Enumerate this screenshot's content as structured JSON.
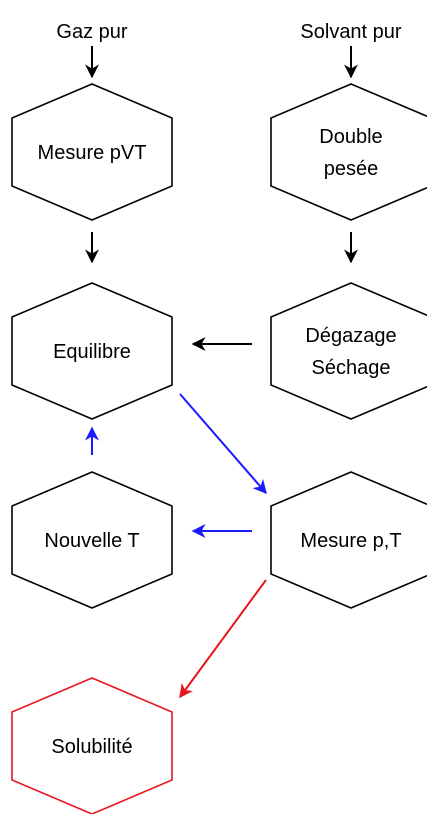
{
  "colors": {
    "default": "#000000",
    "blue": "#1a1aff",
    "red": "#e8141c"
  },
  "inputs": [
    {
      "id": "gaz",
      "label": "Gaz pur"
    },
    {
      "id": "solvant",
      "label": "Solvant pur"
    }
  ],
  "nodes": [
    {
      "id": "mesure_pvt",
      "lines": [
        "Mesure pVT"
      ],
      "color": "#000000"
    },
    {
      "id": "double_pesee",
      "lines": [
        "Double",
        "pesée"
      ],
      "color": "#000000"
    },
    {
      "id": "equilibre",
      "lines": [
        "Equilibre"
      ],
      "color": "#000000"
    },
    {
      "id": "degazage",
      "lines": [
        "Dégazage",
        "Séchage"
      ],
      "color": "#000000"
    },
    {
      "id": "nouvelle_t",
      "lines": [
        "Nouvelle T"
      ],
      "color": "#000000"
    },
    {
      "id": "mesure_pt",
      "lines": [
        "Mesure p,T"
      ],
      "color": "#000000"
    },
    {
      "id": "solubilite",
      "lines": [
        "Solubilité"
      ],
      "color": "#e8141c"
    }
  ],
  "edges": [
    {
      "from": "gaz",
      "to": "mesure_pvt",
      "color": "#000000"
    },
    {
      "from": "solvant",
      "to": "double_pesee",
      "color": "#000000"
    },
    {
      "from": "mesure_pvt",
      "to": "equilibre",
      "color": "#000000"
    },
    {
      "from": "double_pesee",
      "to": "degazage",
      "color": "#000000"
    },
    {
      "from": "degazage",
      "to": "equilibre",
      "color": "#000000"
    },
    {
      "from": "equilibre",
      "to": "mesure_pt",
      "color": "#1a1aff"
    },
    {
      "from": "mesure_pt",
      "to": "nouvelle_t",
      "color": "#1a1aff"
    },
    {
      "from": "nouvelle_t",
      "to": "equilibre",
      "color": "#1a1aff"
    },
    {
      "from": "mesure_pt",
      "to": "solubilite",
      "color": "#e8141c"
    }
  ]
}
